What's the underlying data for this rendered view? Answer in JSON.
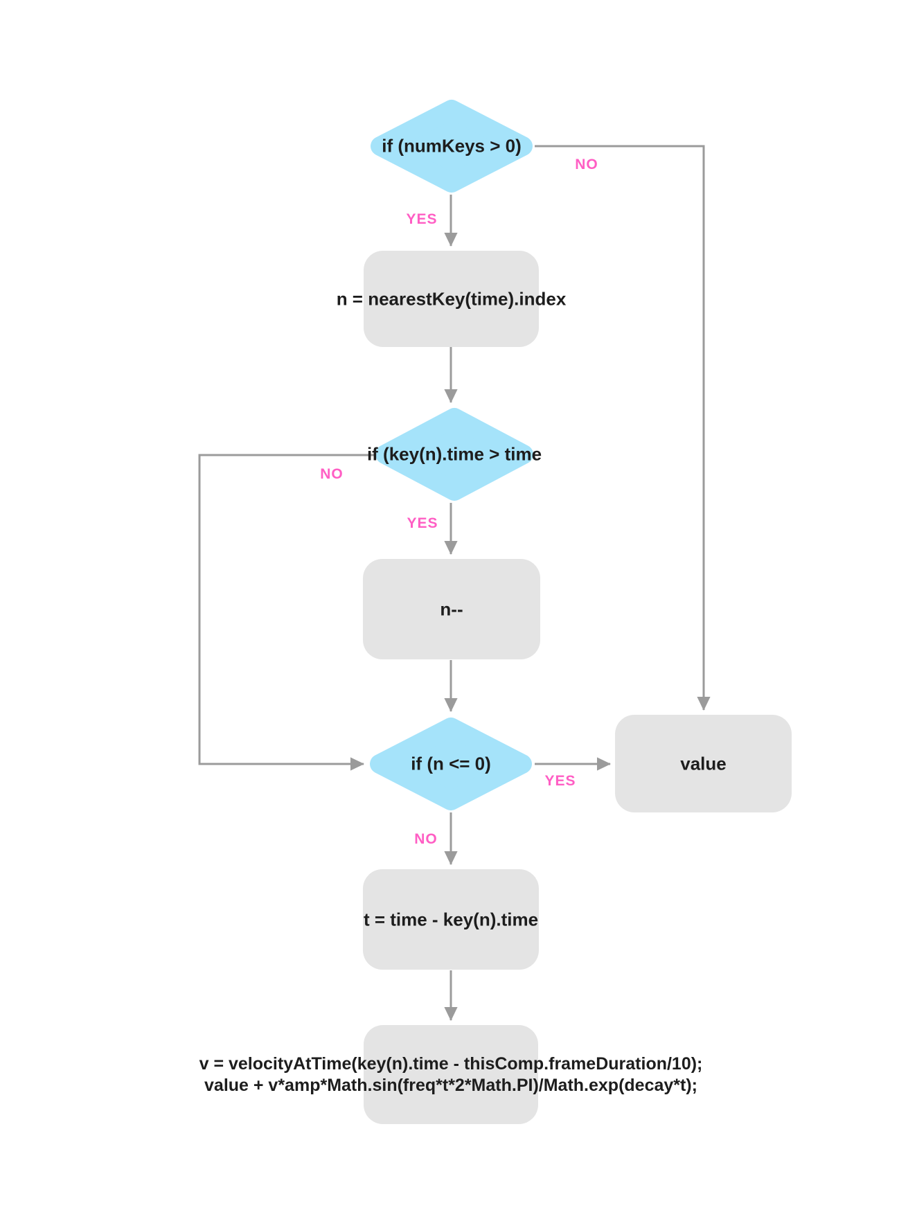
{
  "diagram": {
    "type": "flowchart",
    "colors": {
      "decision_fill": "#a5e3fa",
      "process_fill": "#e4e4e4",
      "edge_line": "#9b9b9b",
      "edge_label": "#ff5ec4",
      "node_text": "#1d1d1d",
      "background": "#ffffff"
    },
    "nodes": {
      "d1": {
        "label": "if (numKeys > 0)",
        "type": "decision"
      },
      "p1": {
        "label": "n = nearestKey(time).index",
        "type": "process"
      },
      "d2": {
        "label": "if (key(n).time > time",
        "type": "decision"
      },
      "p2": {
        "label": "n--",
        "type": "process"
      },
      "d3": {
        "label": "if (n <= 0)",
        "type": "decision"
      },
      "value": {
        "label": "value",
        "type": "process"
      },
      "p3": {
        "label": "t = time - key(n).time",
        "type": "process"
      },
      "p4": {
        "line1": "v = velocityAtTime(key(n).time - thisComp.frameDuration/10);",
        "line2": "value + v*amp*Math.sin(freq*t*2*Math.PI)/Math.exp(decay*t);",
        "type": "process"
      }
    },
    "edge_labels": {
      "d1_yes": "YES",
      "d1_no": "NO",
      "d2_yes": "YES",
      "d2_no": "NO",
      "d3_yes": "YES",
      "d3_no": "NO"
    }
  }
}
